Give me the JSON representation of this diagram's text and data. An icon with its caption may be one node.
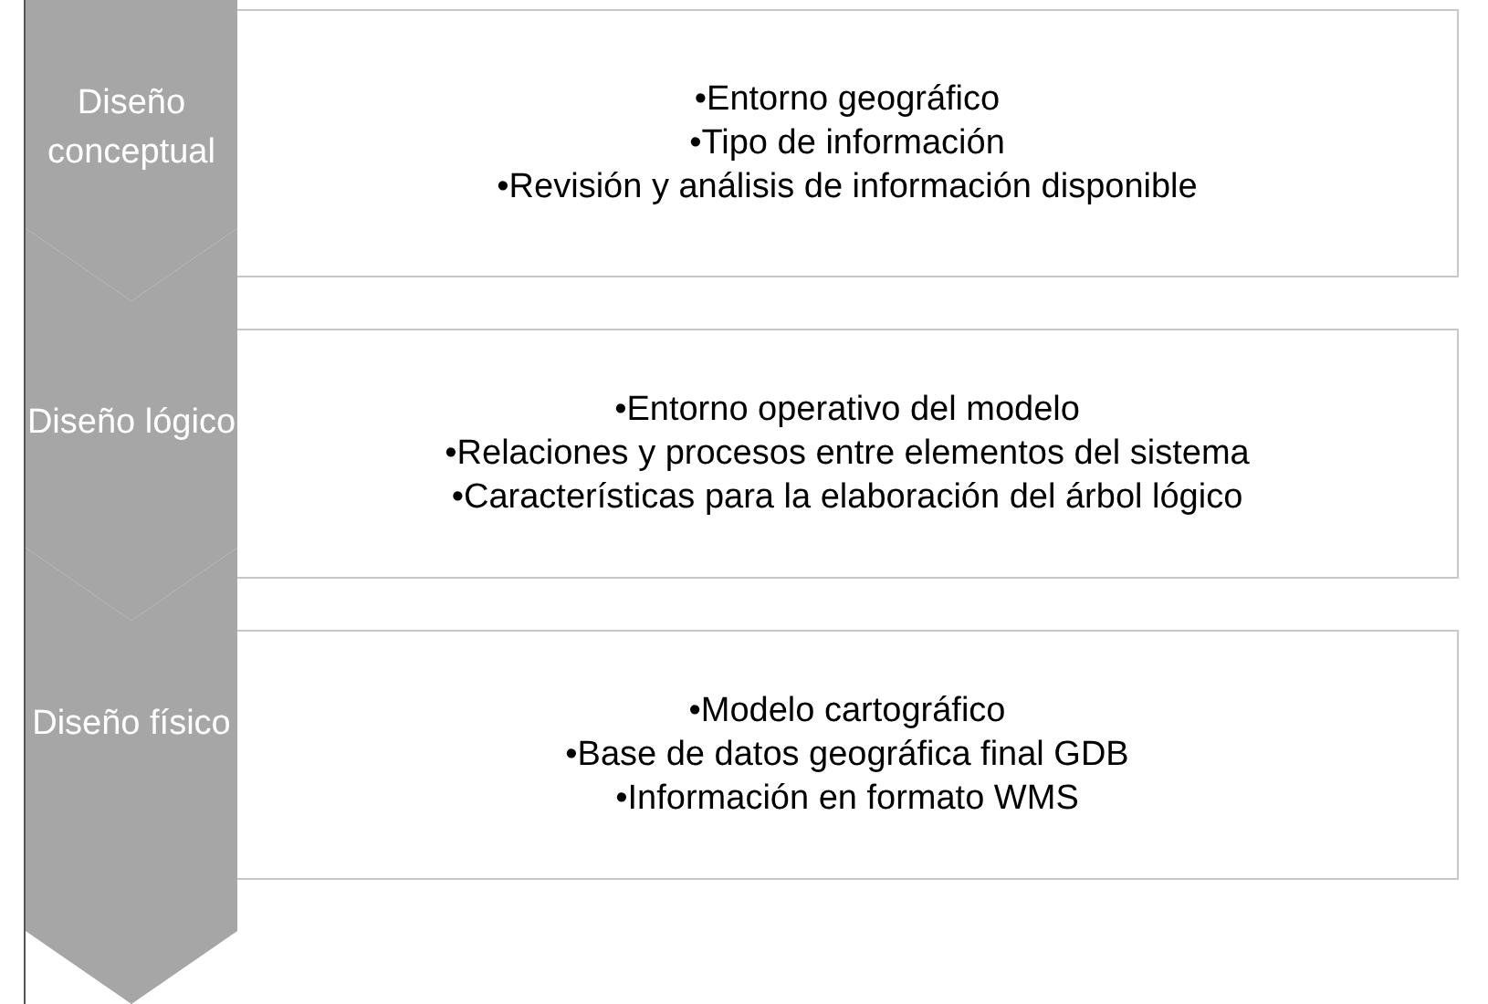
{
  "diagram": {
    "nodes": [
      {
        "text": [
          "Diseño conceptual"
        ]
      },
      {
        "text": [
          "•Entorno geográfico",
          "•Tipo de información",
          "•Revisión y análisis de información disponible"
        ]
      },
      {
        "text": [
          "Diseño lógico"
        ]
      },
      {
        "text": [
          "•Entorno operativo del modelo",
          "•Relaciones y procesos entre elementos del sistema",
          "•Características para la elaboración del árbol lógico"
        ]
      },
      {
        "text": [
          "Diseño físico"
        ]
      },
      {
        "text": [
          "•Modelo cartográfico",
          "•Base de datos geográfica final GDB",
          "•Información en formato WMS"
        ]
      }
    ]
  }
}
